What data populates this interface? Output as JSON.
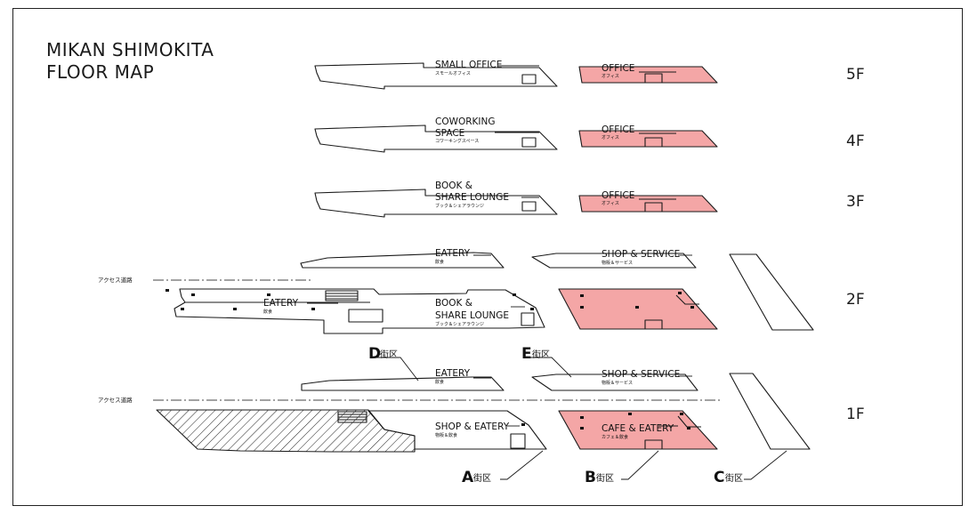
{
  "title": {
    "line1": "MIKAN SHIMOKITA",
    "line2": "FLOOR MAP"
  },
  "floors": {
    "f5": "5F",
    "f4": "4F",
    "f3": "3F",
    "f2": "2F",
    "f1": "1F"
  },
  "areas": {
    "f5_left": {
      "main": [
        "SMALL OFFICE"
      ],
      "sub": "スモールオフィス"
    },
    "f5_right": {
      "main": [
        "OFFICE"
      ],
      "sub": "オフィス"
    },
    "f4_left": {
      "main": [
        "COWORKING",
        "SPACE"
      ],
      "sub": "コワーキングスペース"
    },
    "f4_right": {
      "main": [
        "OFFICE"
      ],
      "sub": "オフィス"
    },
    "f3_left": {
      "main": [
        "BOOK &",
        "SHARE LOUNGE"
      ],
      "sub": "ブック＆シェアラウンジ"
    },
    "f3_right": {
      "main": [
        "OFFICE"
      ],
      "sub": "オフィス"
    },
    "f2_eatery_top": {
      "main": [
        "EATERY"
      ],
      "sub": "飲食"
    },
    "f2_shop_top": {
      "main": [
        "SHOP & SERVICE"
      ],
      "sub": "物販＆サービス"
    },
    "f2_eatery_left": {
      "main": [
        "EATERY"
      ],
      "sub": "飲食"
    },
    "f2_book": {
      "main": [
        "BOOK &",
        "SHARE LOUNGE"
      ],
      "sub": "ブック＆シェアラウンジ"
    },
    "f1_eatery": {
      "main": [
        "EATERY"
      ],
      "sub": "飲食"
    },
    "f1_shop_service": {
      "main": [
        "SHOP & SERVICE"
      ],
      "sub": "物販＆サービス"
    },
    "f1_shop_eatery": {
      "main": [
        "SHOP & EATERY"
      ],
      "sub": "物販＆飲食"
    },
    "f1_cafe": {
      "main": [
        "CAFE & EATERY"
      ],
      "sub": "カフェ＆飲食"
    }
  },
  "access_road": {
    "upper": "アクセス道路",
    "lower": "アクセス道路"
  },
  "districts": {
    "A": {
      "letter": "A",
      "suffix": "街区"
    },
    "B": {
      "letter": "B",
      "suffix": "街区"
    },
    "C": {
      "letter": "C",
      "suffix": "街区"
    },
    "D": {
      "letter": "D",
      "suffix": "街区"
    },
    "E": {
      "letter": "E",
      "suffix": "街区"
    }
  },
  "colors": {
    "office_fill": "#f4a6a6",
    "stroke": "#1a1a1a",
    "frame": "#222222"
  }
}
